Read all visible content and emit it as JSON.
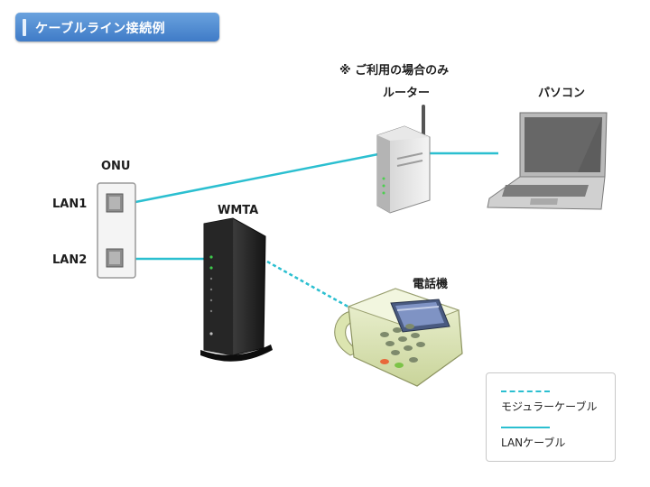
{
  "header": {
    "title": "ケーブルライン接続例"
  },
  "labels": {
    "onu": "ONU",
    "lan1": "LAN1",
    "lan2": "LAN2",
    "wmta": "WMTA",
    "router_note": "※ ご利用の場合のみ",
    "router": "ルーター",
    "pc": "パソコン",
    "phone": "電話機"
  },
  "legend": {
    "modular": "モジュラーケーブル",
    "lan": "LANケーブル"
  },
  "colors": {
    "cable": "#2bbfd0",
    "header": "#4f8bd4"
  }
}
